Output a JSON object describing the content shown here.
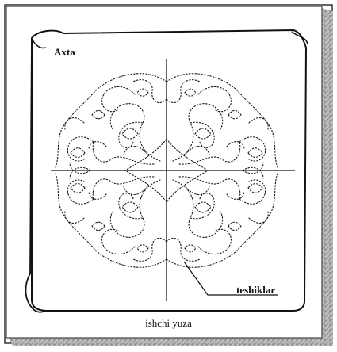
{
  "labels": {
    "top_left": "Axta",
    "holes": "teshiklar",
    "bottom": "ishchi yuza"
  },
  "colors": {
    "background": "#ffffff",
    "board_edge": "#8a8a8a",
    "ink": "#1a1a1a"
  }
}
